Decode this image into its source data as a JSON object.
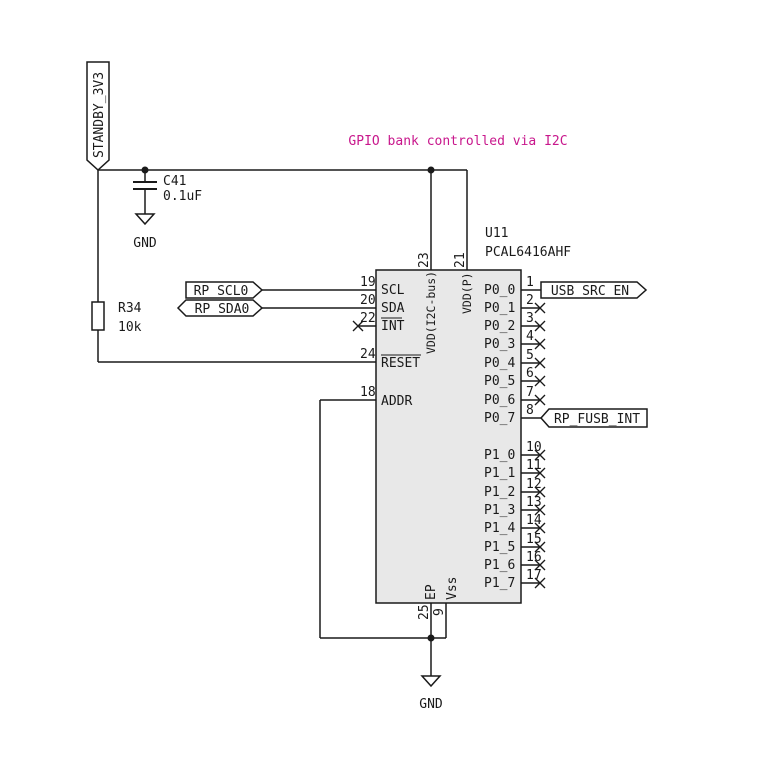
{
  "note": {
    "text": "GPIO bank controlled via I2C",
    "color": "#c8178c"
  },
  "power": {
    "rail": "STANDBY_3V3",
    "gnd_top": "GND",
    "gnd_bottom": "GND"
  },
  "capacitor": {
    "ref": "C41",
    "value": "0.1uF"
  },
  "resistor": {
    "ref": "R34",
    "value": "10k"
  },
  "chip": {
    "ref": "U11",
    "part": "PCAL6416AHF",
    "fill": "#e8e8e8",
    "left_pins": [
      {
        "num": "19",
        "name": "SCL"
      },
      {
        "num": "20",
        "name": "SDA"
      },
      {
        "num": "22",
        "name": "INT"
      },
      {
        "num": "24",
        "name": "RESET"
      },
      {
        "num": "18",
        "name": "ADDR"
      }
    ],
    "top_pins": [
      {
        "num": "23",
        "name": "VDD(I2C-bus)"
      },
      {
        "num": "21",
        "name": "VDD(P)"
      }
    ],
    "bottom_pins": [
      {
        "num": "25",
        "name": "EP"
      },
      {
        "num": "9",
        "name": "Vss"
      }
    ],
    "right_pins": [
      {
        "num": "1",
        "name": "P0_0"
      },
      {
        "num": "2",
        "name": "P0_1"
      },
      {
        "num": "3",
        "name": "P0_2"
      },
      {
        "num": "4",
        "name": "P0_3"
      },
      {
        "num": "5",
        "name": "P0_4"
      },
      {
        "num": "6",
        "name": "P0_5"
      },
      {
        "num": "7",
        "name": "P0_6"
      },
      {
        "num": "8",
        "name": "P0_7"
      },
      {
        "num": "10",
        "name": "P1_0"
      },
      {
        "num": "11",
        "name": "P1_1"
      },
      {
        "num": "12",
        "name": "P1_2"
      },
      {
        "num": "13",
        "name": "P1_3"
      },
      {
        "num": "14",
        "name": "P1_4"
      },
      {
        "num": "15",
        "name": "P1_5"
      },
      {
        "num": "16",
        "name": "P1_6"
      },
      {
        "num": "17",
        "name": "P1_7"
      }
    ]
  },
  "labels": {
    "scl": "RP_SCL0",
    "sda": "RP_SDA0",
    "usb": "USB_SRC_EN",
    "fusb": "RP_FUSB_INT"
  }
}
